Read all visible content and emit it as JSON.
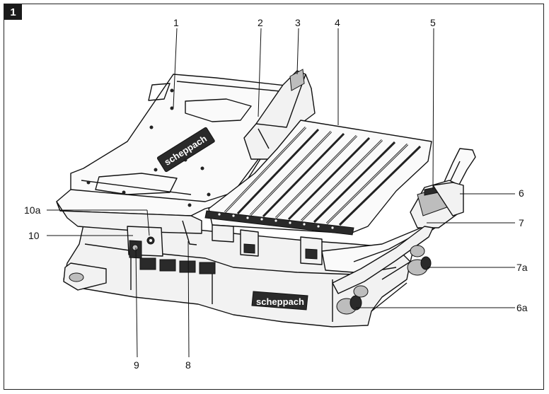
{
  "figure": {
    "number": "1"
  },
  "logo": {
    "text": "scheppach"
  },
  "callouts": {
    "c1": "1",
    "c2": "2",
    "c3": "3",
    "c4": "4",
    "c5": "5",
    "c6": "6",
    "c7": "7",
    "c7a": "7a",
    "c6a": "6a",
    "c8": "8",
    "c9": "9",
    "c10": "10",
    "c10a": "10a"
  },
  "colors": {
    "line": "#111111",
    "dark_fill": "#2a2a2a",
    "mid_fill": "#bdbdbd",
    "background": "#ffffff"
  }
}
